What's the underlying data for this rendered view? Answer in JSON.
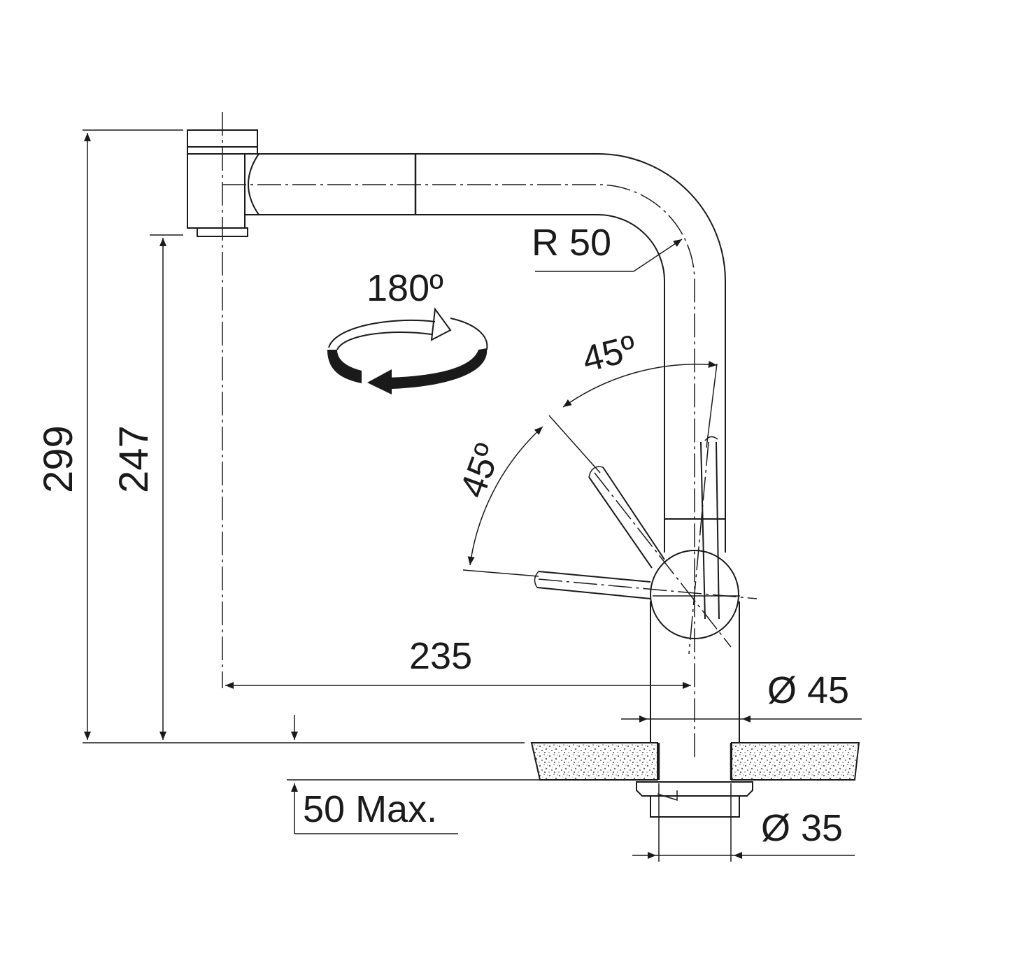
{
  "dimensions": {
    "total_height": "299",
    "spout_height": "247",
    "reach": "235",
    "radius": "R 50",
    "rotation": "180º",
    "lever_angle_upper": "45º",
    "lever_angle_lower": "45º",
    "body_diameter": "Ø 45",
    "hole_diameter": "Ø 35",
    "max_thickness": "50 Max."
  },
  "colors": {
    "line": "#1a1a1a",
    "background": "#ffffff",
    "countertop_speckle": "#555555"
  }
}
